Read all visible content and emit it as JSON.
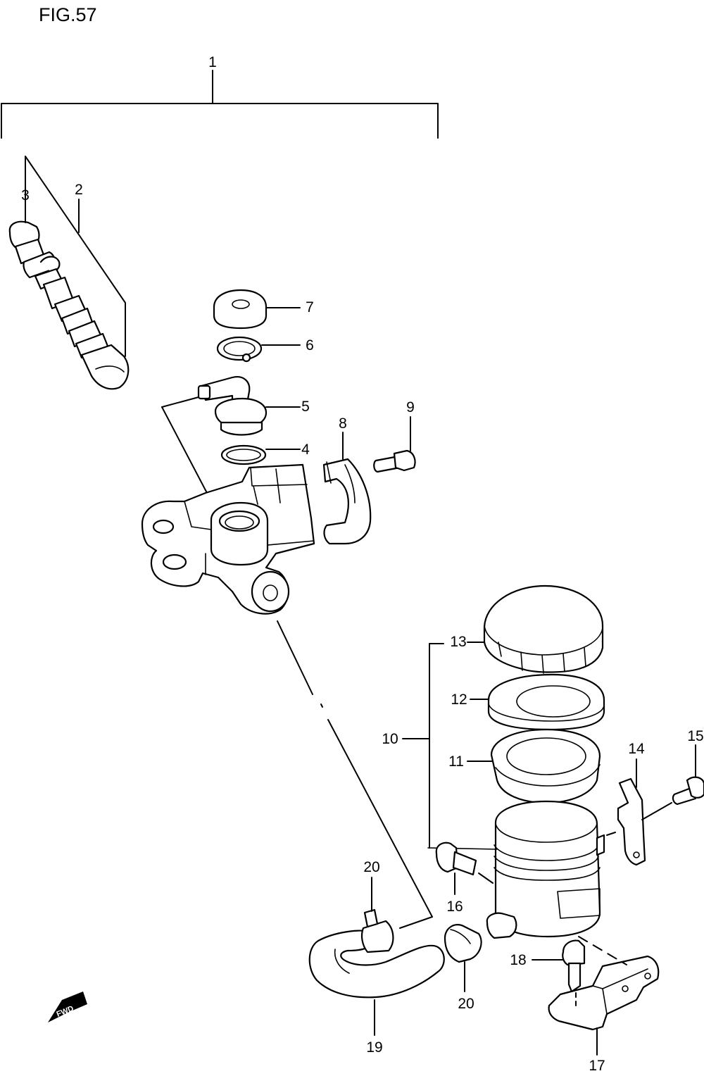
{
  "figure": {
    "title": "FIG.57"
  },
  "callouts": {
    "c1": "1",
    "c2": "2",
    "c3": "3",
    "c4": "4",
    "c5": "5",
    "c6": "6",
    "c7": "7",
    "c8": "8",
    "c9": "9",
    "c10": "10",
    "c11": "11",
    "c12": "12",
    "c13": "13",
    "c14": "14",
    "c15": "15",
    "c16": "16",
    "c17": "17",
    "c18": "18",
    "c19": "19",
    "c20a": "20",
    "c20b": "20"
  },
  "direction_badge": {
    "label": "FWD"
  }
}
